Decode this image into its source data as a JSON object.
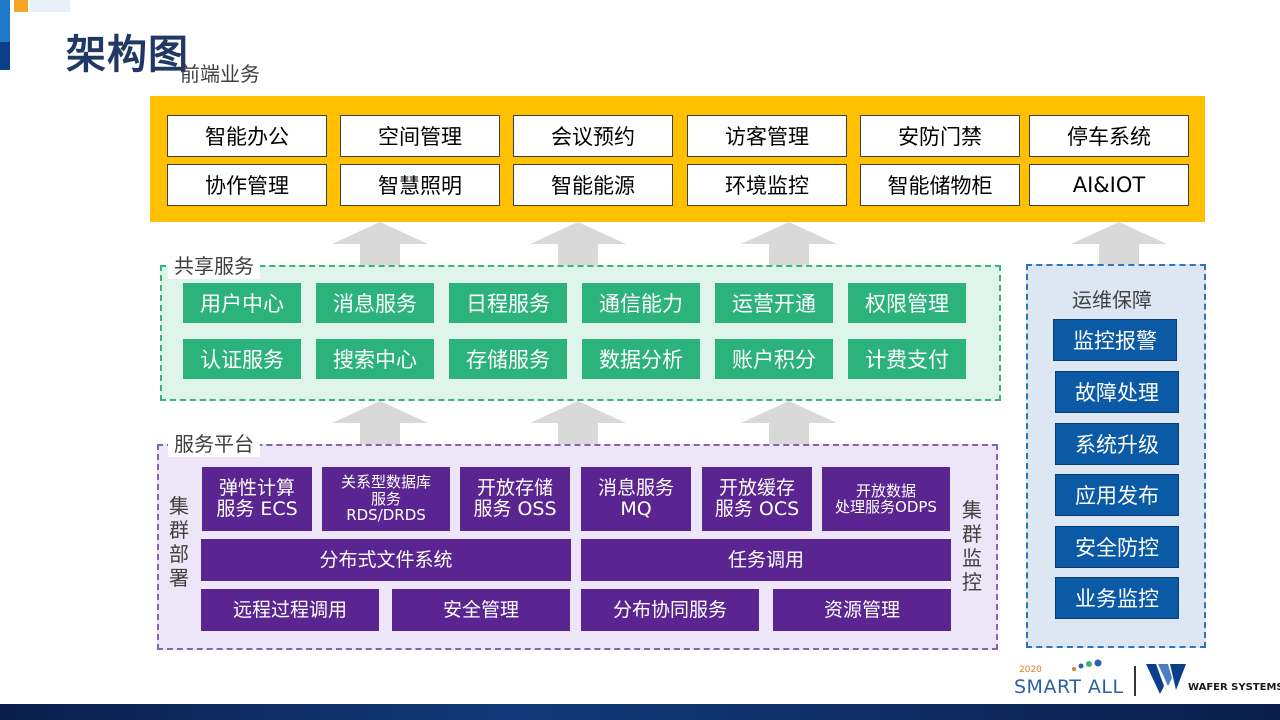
{
  "title": "架构图",
  "frontend": {
    "label": "前端业务",
    "row1": [
      "智能办公",
      "空间管理",
      "会议预约",
      "访客管理",
      "安防门禁",
      "停车系统"
    ],
    "row2": [
      "协作管理",
      "智慧照明",
      "智能能源",
      "环境监控",
      "智能储物柜",
      "AI&IOT"
    ]
  },
  "shared": {
    "label": "共享服务",
    "row1": [
      "用户中心",
      "消息服务",
      "日程服务",
      "通信能力",
      "运营开通",
      "权限管理"
    ],
    "row2": [
      "认证服务",
      "搜索中心",
      "存储服务",
      "数据分析",
      "账户积分",
      "计费支付"
    ]
  },
  "platform": {
    "label": "服务平台",
    "left_label": [
      "集",
      "群",
      "部",
      "署"
    ],
    "right_label": [
      "集",
      "群",
      "监",
      "控"
    ],
    "row1": [
      [
        "弹性计算",
        "服务 ECS"
      ],
      [
        "关系型数据库",
        "服务",
        "RDS/DRDS"
      ],
      [
        "开放存储",
        "服务 OSS"
      ],
      [
        "消息服务",
        "MQ"
      ],
      [
        "开放缓存",
        "服务 OCS"
      ],
      [
        "开放数据",
        "处理服务ODPS"
      ]
    ],
    "row2": [
      "分布式文件系统",
      "任务调用"
    ],
    "row3": [
      "远程过程调用",
      "安全管理",
      "分布协同服务",
      "资源管理"
    ]
  },
  "ops": {
    "label": "运维保障",
    "items": [
      "监控报警",
      "故障处理",
      "系统升级",
      "应用发布",
      "安全防控",
      "业务监控"
    ]
  },
  "logos": {
    "year": "2020",
    "smart": "SMART ALL",
    "wafer": "WAFER SYSTEMS"
  },
  "colors": {
    "frontend_bg": "#ffc000",
    "shared_bg": "#dff4ea",
    "shared_box": "#2cb37c",
    "platform_bg": "#ece6f8",
    "platform_box": "#5a2590",
    "ops_bg": "#dde7f4",
    "ops_box": "#0b5aa5",
    "title": "#1f3864"
  }
}
